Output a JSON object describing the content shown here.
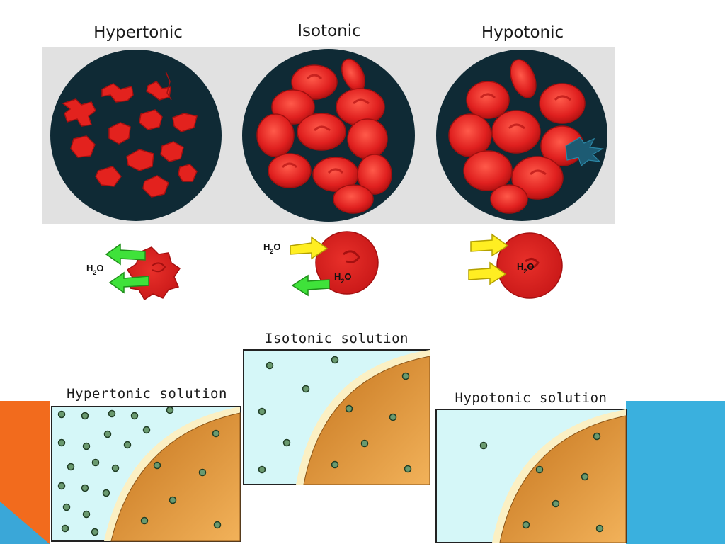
{
  "rbc_titles": {
    "hypertonic": "Hypertonic",
    "isotonic": "Isotonic",
    "hypotonic": "Hypotonic"
  },
  "water_label": {
    "prefix": "H",
    "subscript": "2",
    "suffix": "O"
  },
  "solution_titles": {
    "hypertonic": "Hypertonic solution",
    "isotonic": "Isotonic solution",
    "hypotonic": "Hypotonic solution"
  },
  "colors": {
    "panel_background": "#e1e1e1",
    "dish": "#0f2a35",
    "red_cell": "#e0201f",
    "red_cell_dark": "#a81010",
    "green_arrow": "#3fe23a",
    "yellow_arrow": "#ffee22",
    "solution_light_blue": "#d5f7f8",
    "cell_interior_orange": "#d98e33",
    "solute_particle": "#6a9a6f",
    "slide_orange": "#f26b1d",
    "slide_blue": "#3ab0de"
  }
}
